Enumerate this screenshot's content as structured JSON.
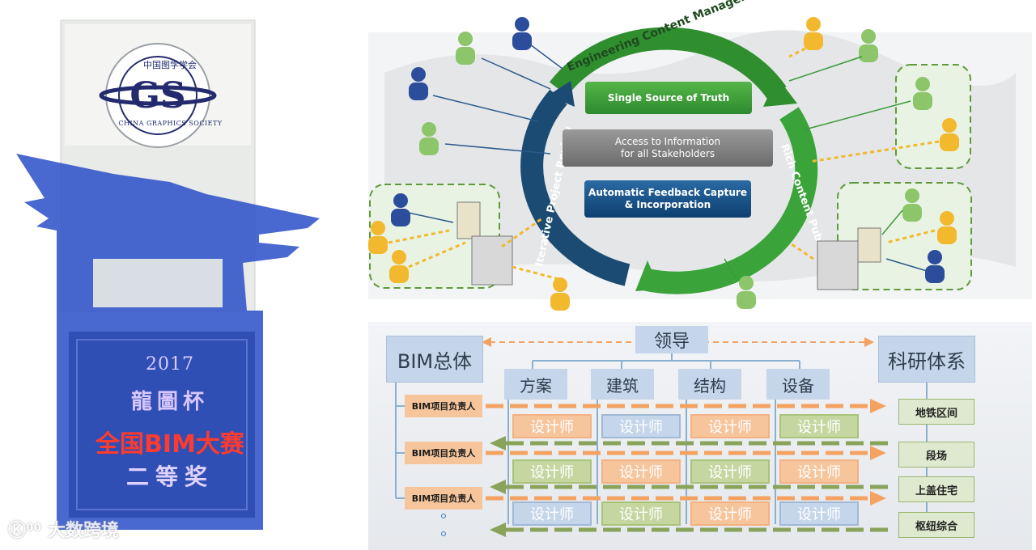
{
  "trophy": {
    "year": "2017",
    "name": "龍圖杯",
    "competition": "全国BIM大赛",
    "prize": "二等奖",
    "org_cn": "中国图学学会",
    "org_en": "CHINA GRAPHICS SOCIETY"
  },
  "watermark": {
    "text": "大数跨境"
  },
  "ecm": {
    "ring_top": "Engineering Content Management",
    "ring_right": "Rich Content Publishing",
    "ring_left": "Iterative Project Review",
    "pill_1": "Single Source of Truth",
    "pill_2_line1": "Access to Information",
    "pill_2_line2": "for all  Stakeholders",
    "pill_3_line1": "Automatic  Feedback Capture",
    "pill_3_line2": "& Incorporation",
    "colors": {
      "green": "#3a9a3a",
      "navy": "#1b4b72",
      "yellow": "#f2b82e"
    }
  },
  "org": {
    "leader": "领导",
    "left_box": "BIM总体",
    "right_box": "科研体系",
    "depts": [
      "方案",
      "建筑",
      "结构",
      "设备"
    ],
    "pm_label": "BIM项目负责人",
    "designer": "设计师",
    "right_items": [
      "地铁区间",
      "段场",
      "上盖住宅",
      "枢纽综合"
    ]
  }
}
